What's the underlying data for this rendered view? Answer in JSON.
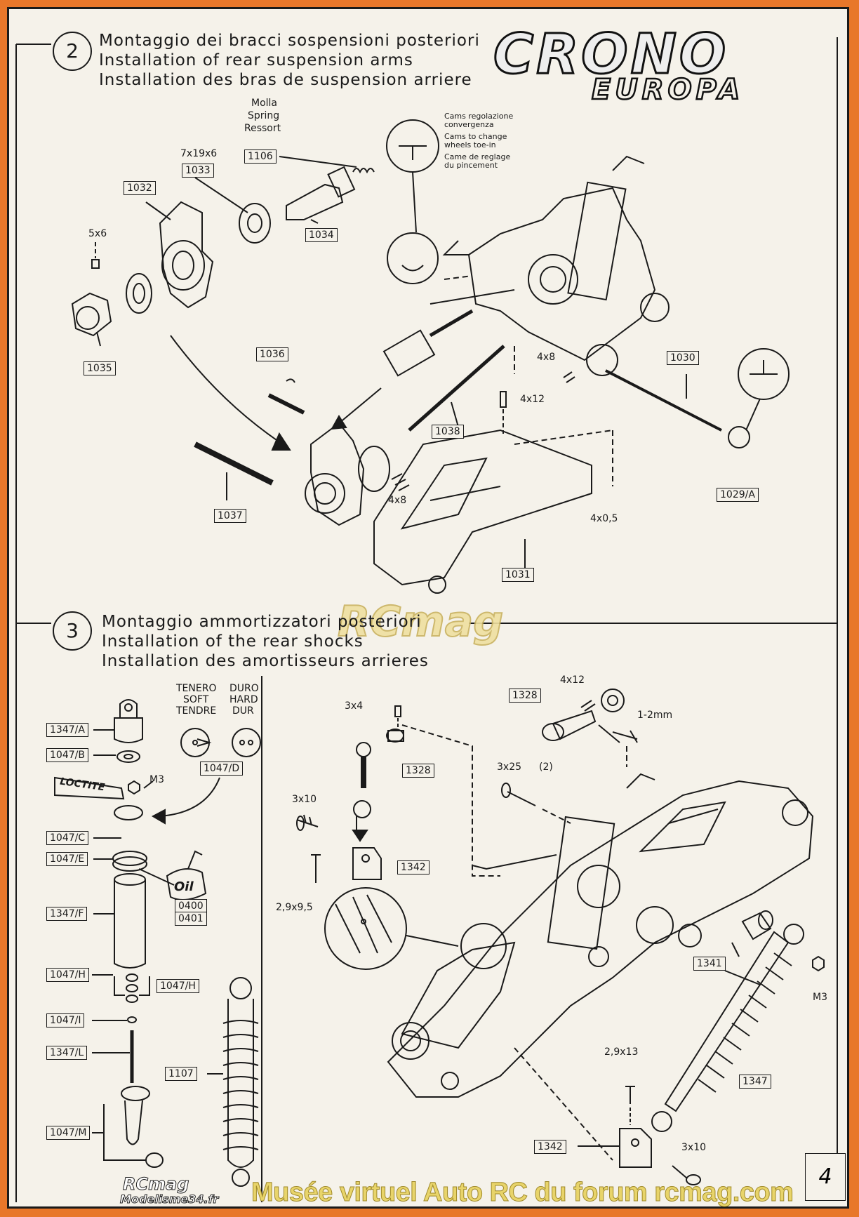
{
  "step2": {
    "number": "2",
    "title_it": "Montaggio dei bracci sospensioni posteriori",
    "title_en": "Installation of rear suspension arms",
    "title_fr": "Installation des bras de suspension arriere"
  },
  "logo": {
    "crono": "CRONO",
    "europa": "EUROPA"
  },
  "spring": {
    "it": "Molla",
    "en": "Spring",
    "fr": "Ressort"
  },
  "cams": {
    "it_1": "Cams regolazione",
    "it_2": "convergenza",
    "en_1": "Cams to change",
    "en_2": "wheels toe-in",
    "fr_1": "Came de reglage",
    "fr_2": "du pincement"
  },
  "parts2": {
    "p1106": "1106",
    "p1033_size": "7x19x6",
    "p1033": "1033",
    "p1032": "1032",
    "p1034": "1034",
    "s5x6": "5x6",
    "p1035": "1035",
    "p1036": "1036",
    "s4x8a": "4x8",
    "s4x12": "4x12",
    "p1030": "1030",
    "p1038": "1038",
    "s4x8b": "4x8",
    "p1037": "1037",
    "s4x05": "4x0,5",
    "p1029A": "1029/A",
    "p1031": "1031"
  },
  "step3": {
    "number": "3",
    "title_it": "Montaggio ammortizzatori posteriori",
    "title_en": "Installation of the rear shocks",
    "title_fr": "Installation des amortisseurs arrieres"
  },
  "hardness": {
    "soft_it": "TENERO",
    "soft_en": "SOFT",
    "soft_fr": "TENDRE",
    "hard_it": "DURO",
    "hard_en": "HARD",
    "hard_fr": "DUR"
  },
  "parts3": {
    "p1347A": "1347/A",
    "p1047B": "1047/B",
    "p1047D": "1047/D",
    "loctite": "LOCTITE",
    "m3a": "M3",
    "p1047C": "1047/C",
    "p1047E": "1047/E",
    "oil": "Oil",
    "p1347F": "1347/F",
    "p0400": "0400",
    "p0401": "0401",
    "p1047H_a": "1047/H",
    "p1047H_b": "1047/H",
    "p1047I": "1047/I",
    "p1347L": "1347/L",
    "p1107": "1107",
    "p1047M": "1047/M",
    "s3x4": "3x4",
    "p1328a": "1328",
    "p1328b": "1328",
    "s4x12": "4x12",
    "s1_2mm": "1-2mm",
    "s3x25": "3x25",
    "s3x25_qty": "(2)",
    "s3x10a": "3x10",
    "p1342a": "1342",
    "s29x95": "2,9x9,5",
    "p1341": "1341",
    "m3b": "M3",
    "s29x13": "2,9x13",
    "p1347": "1347",
    "p1342b": "1342",
    "s3x10b": "3x10"
  },
  "page_number": "4",
  "watermark": "RCmag",
  "footer": {
    "museum": "Musée virtuel Auto RC du forum rcmag.com",
    "logo1": "RCmag",
    "logo2": "Modelisme34.fr"
  }
}
